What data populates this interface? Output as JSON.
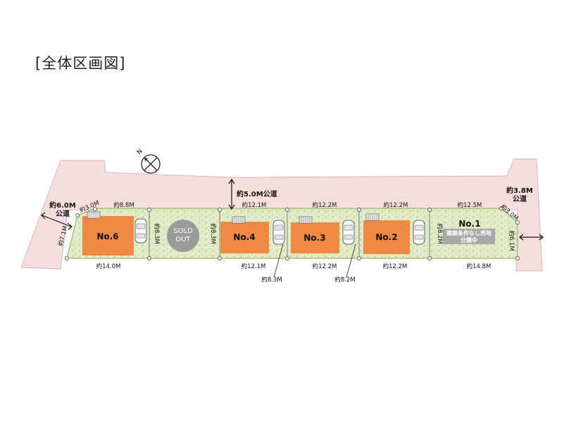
{
  "title": "[全体区画図]",
  "colors": {
    "road": "#f7dede",
    "lot": "#e3ecc8",
    "lot_border": "#9bb56c",
    "house": "#ef8a45",
    "sold": "#9a9a9a",
    "no1_label_bg": "#a9a9a9",
    "text": "#111111"
  },
  "roads": {
    "main": "約5.0M公道",
    "left": "約6.0M\n公道",
    "right": "約3.8M\n公道"
  },
  "lots": [
    {
      "id": "no6",
      "label": "No.6",
      "house": true
    },
    {
      "id": "sold",
      "label": "SOLD\nOUT",
      "house": false
    },
    {
      "id": "no4",
      "label": "No.4",
      "house": true
    },
    {
      "id": "no3",
      "label": "No.3",
      "house": true
    },
    {
      "id": "no2",
      "label": "No.2",
      "house": true
    },
    {
      "id": "no1",
      "label": "No.1",
      "house": false,
      "note": "建築条件なし売地\n分譲中"
    }
  ],
  "dimensions": {
    "top": [
      "約3.0M",
      "約8.8M",
      "約12.1M",
      "約12.2M",
      "約12.2M",
      "約12.5M",
      "約3.0M"
    ],
    "bottom": [
      "約14.0M",
      "約12.1M",
      "約12.2M",
      "約12.2M",
      "約14.8M"
    ],
    "depth": [
      "約7.1M",
      "約8.3M",
      "約8.3M",
      "約8.2M",
      "約6.1M"
    ],
    "under": [
      "約8.3M",
      "約8.2M"
    ]
  },
  "icons": [
    "compass-icon",
    "car-icon",
    "solar-panel-icon"
  ]
}
